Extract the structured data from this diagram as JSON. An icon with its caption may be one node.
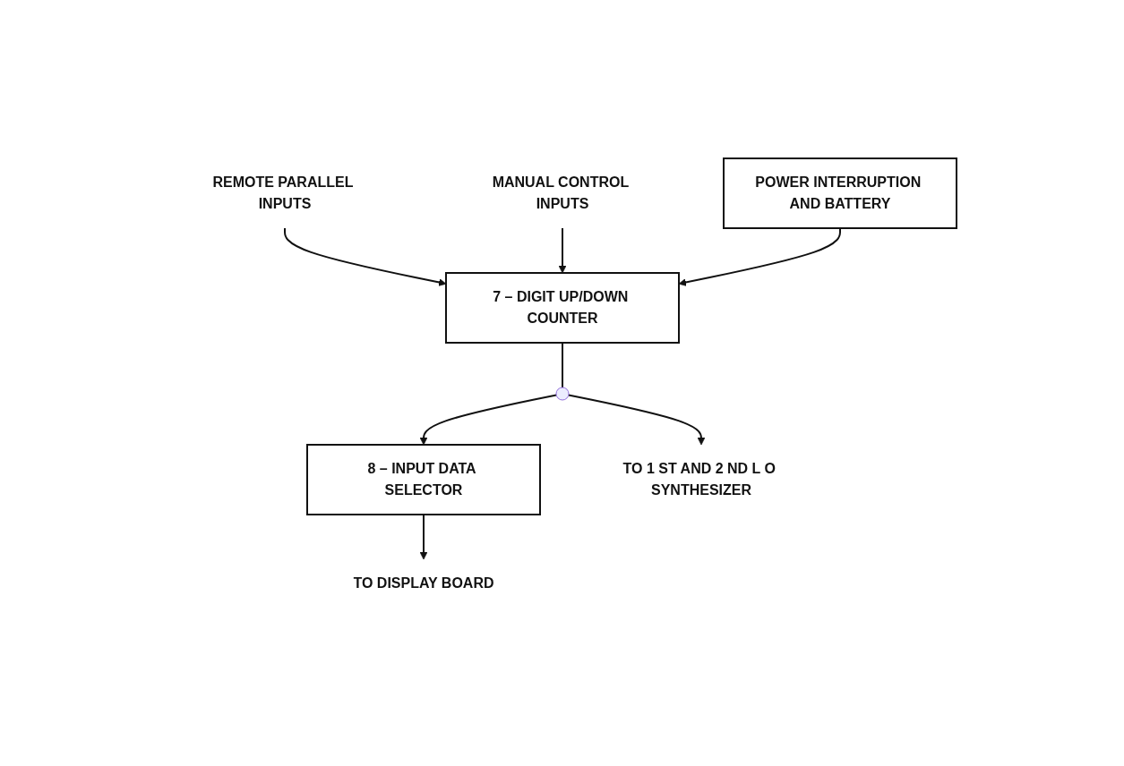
{
  "diagram": {
    "nodes": [
      {
        "text": [
          "REMOTE PARALLEL INPUTS"
        ]
      },
      {
        "text": [
          "MANUAL CONTROL INPUTS"
        ]
      },
      {
        "text": [
          "7 – DIGIT UP/DOWN COUNTER"
        ]
      },
      {
        "text": [
          "POWER INTERRUPTION AND BATTERY"
        ]
      },
      {
        "text": [],
        "shape": "circle"
      },
      {
        "text": [
          "8 – INPUT DATA SELECTOR"
        ]
      },
      {
        "text": [
          "TO DISPLAY BOARD"
        ]
      },
      {
        "text": [
          "TO 1 ST AND 2 ND L O SYNTHESIZER"
        ]
      }
    ],
    "edges": [
      {
        "from": 0,
        "to": 2,
        "arrow": "to"
      },
      {
        "from": 1,
        "to": 2,
        "arrow": "to"
      },
      {
        "from": 3,
        "to": 2,
        "arrow": "to"
      },
      {
        "from": 2,
        "to": 4,
        "arrow": "none"
      },
      {
        "from": 4,
        "to": 5,
        "arrow": "to"
      },
      {
        "from": 4,
        "to": 7,
        "arrow": "to"
      },
      {
        "from": 5,
        "to": 6,
        "arrow": "to"
      }
    ]
  }
}
